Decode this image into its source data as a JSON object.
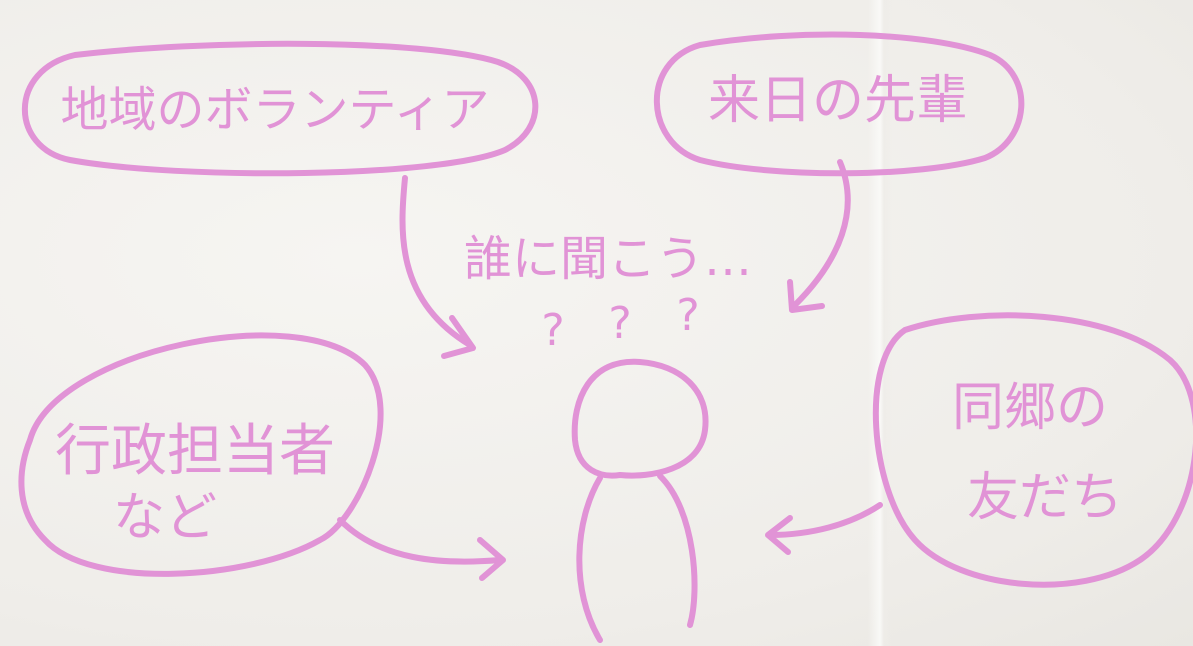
{
  "colors": {
    "marker": "#e193d6",
    "paper": "#f2f0ec"
  },
  "bubbles": {
    "local_volunteers": "地域のボランティア",
    "senior_from_japan": "来日の先輩",
    "admin_staff_line1": "行政担当者",
    "admin_staff_line2": "など",
    "hometown_friends_line1": "同郷の",
    "hometown_friends_line2": "友だち"
  },
  "center": {
    "question": "誰に聞こう…",
    "marks": [
      "?",
      "?",
      "?"
    ]
  }
}
